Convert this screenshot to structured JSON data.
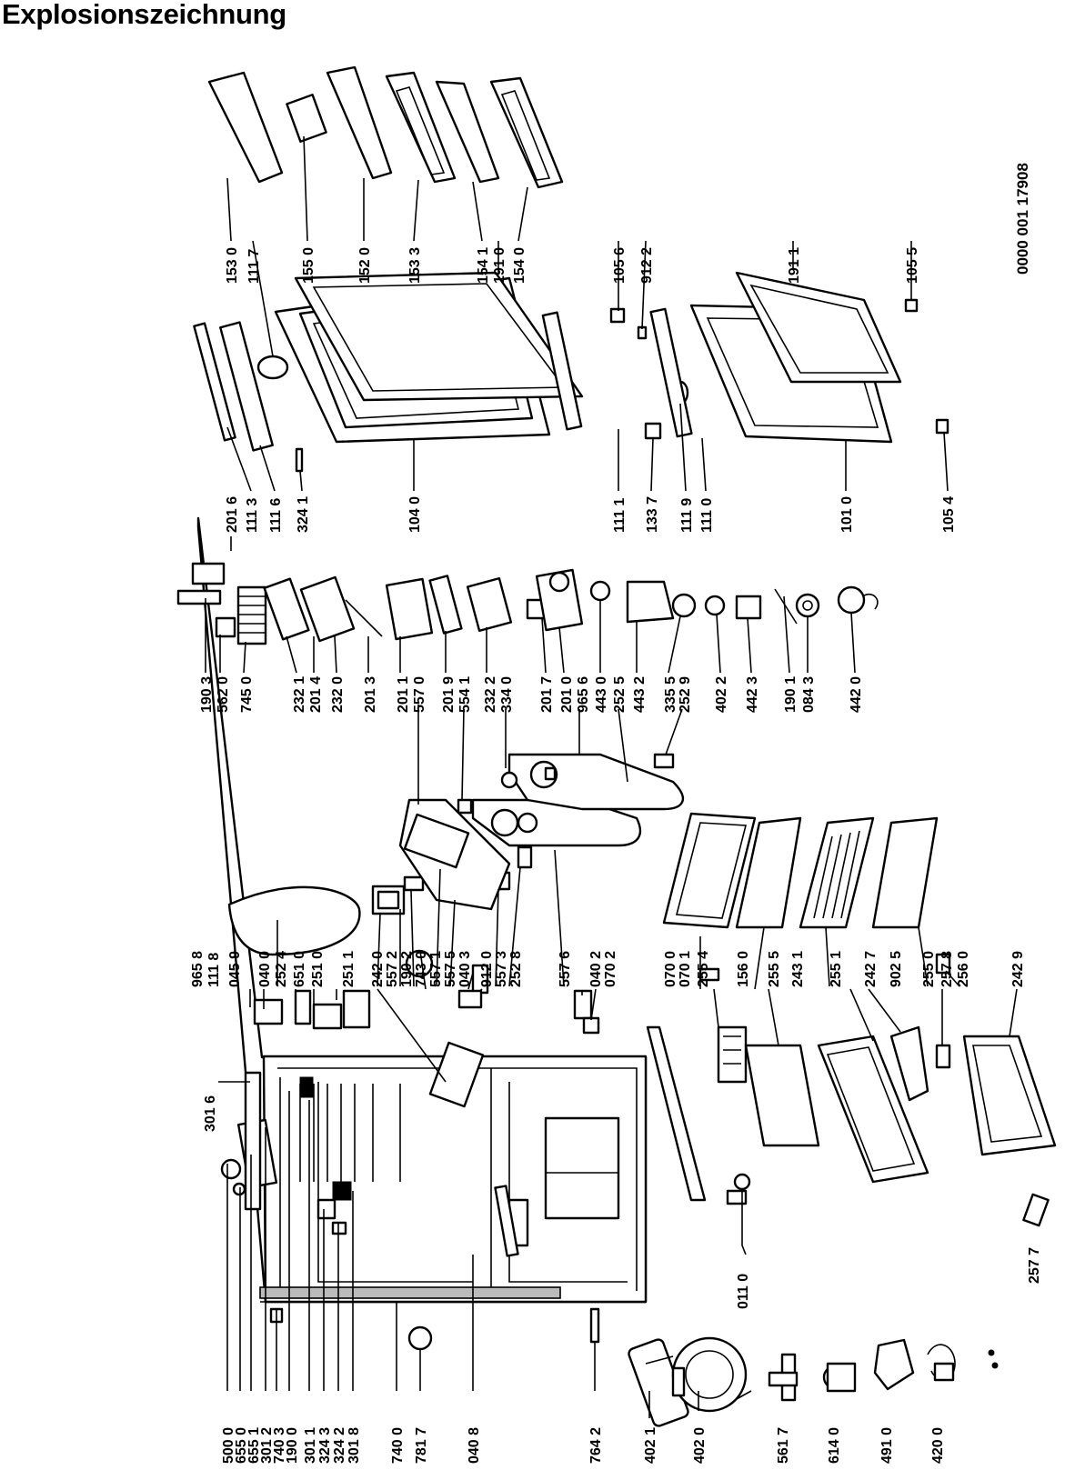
{
  "title": "Explosionszeichnung",
  "document_number": "0000 001 17908",
  "labels": [
    "500 0",
    "655 0",
    "655 1",
    "301 2",
    "740 3",
    "190 0",
    "301 1",
    "324 3",
    "324 2",
    "301 8",
    "740 0",
    "781 7",
    "040 8",
    "764 2",
    "402 1",
    "402 0",
    "561 7",
    "614 0",
    "491 0",
    "420 0",
    "011 0",
    "301 6",
    "965 8",
    "111 8",
    "045 9",
    "040 0",
    "252 4",
    "651 0",
    "251 0",
    "251 1",
    "242 0",
    "557 2",
    "190 2",
    "743 0",
    "557 1",
    "557 5",
    "040 3",
    "912 0",
    "557 3",
    "252 8",
    "557 6",
    "040 2",
    "070 2",
    "070 0",
    "070 1",
    "255 4",
    "156 0",
    "255 5",
    "243 1",
    "255 1",
    "242 7",
    "902 5",
    "255 0",
    "257 8",
    "256 0",
    "242 9",
    "257 7",
    "190 3",
    "562 0",
    "745 0",
    "232 1",
    "201 4",
    "232 0",
    "201 3",
    "201 1",
    "557 0",
    "201 9",
    "554 1",
    "232 2",
    "334 0",
    "201 7",
    "201 0",
    "965 6",
    "443 0",
    "252 5",
    "443 2",
    "335 5",
    "252 9",
    "402 2",
    "442 3",
    "190 1",
    "084 3",
    "442 0",
    "201 6",
    "111 3",
    "111 6",
    "324 1",
    "104 0",
    "111 1",
    "133 7",
    "111 9",
    "111 0",
    "101 0",
    "105 4",
    "153 0",
    "111 7",
    "155 0",
    "152 0",
    "153 3",
    "154 1",
    "191 0",
    "154 0",
    "105 6",
    "912 2",
    "191 1",
    "105 5"
  ]
}
